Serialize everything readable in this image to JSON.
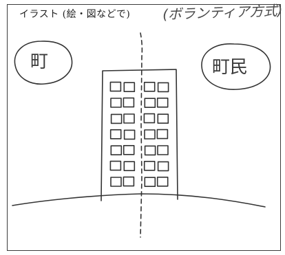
{
  "header": {
    "title": "イラスト (絵・図などで)"
  },
  "handwritten_note": "(ボランティア方式)",
  "left_bubble": {
    "label": "町"
  },
  "right_bubble": {
    "label": "町民"
  },
  "building": {
    "columns": 4,
    "rows": 7
  }
}
